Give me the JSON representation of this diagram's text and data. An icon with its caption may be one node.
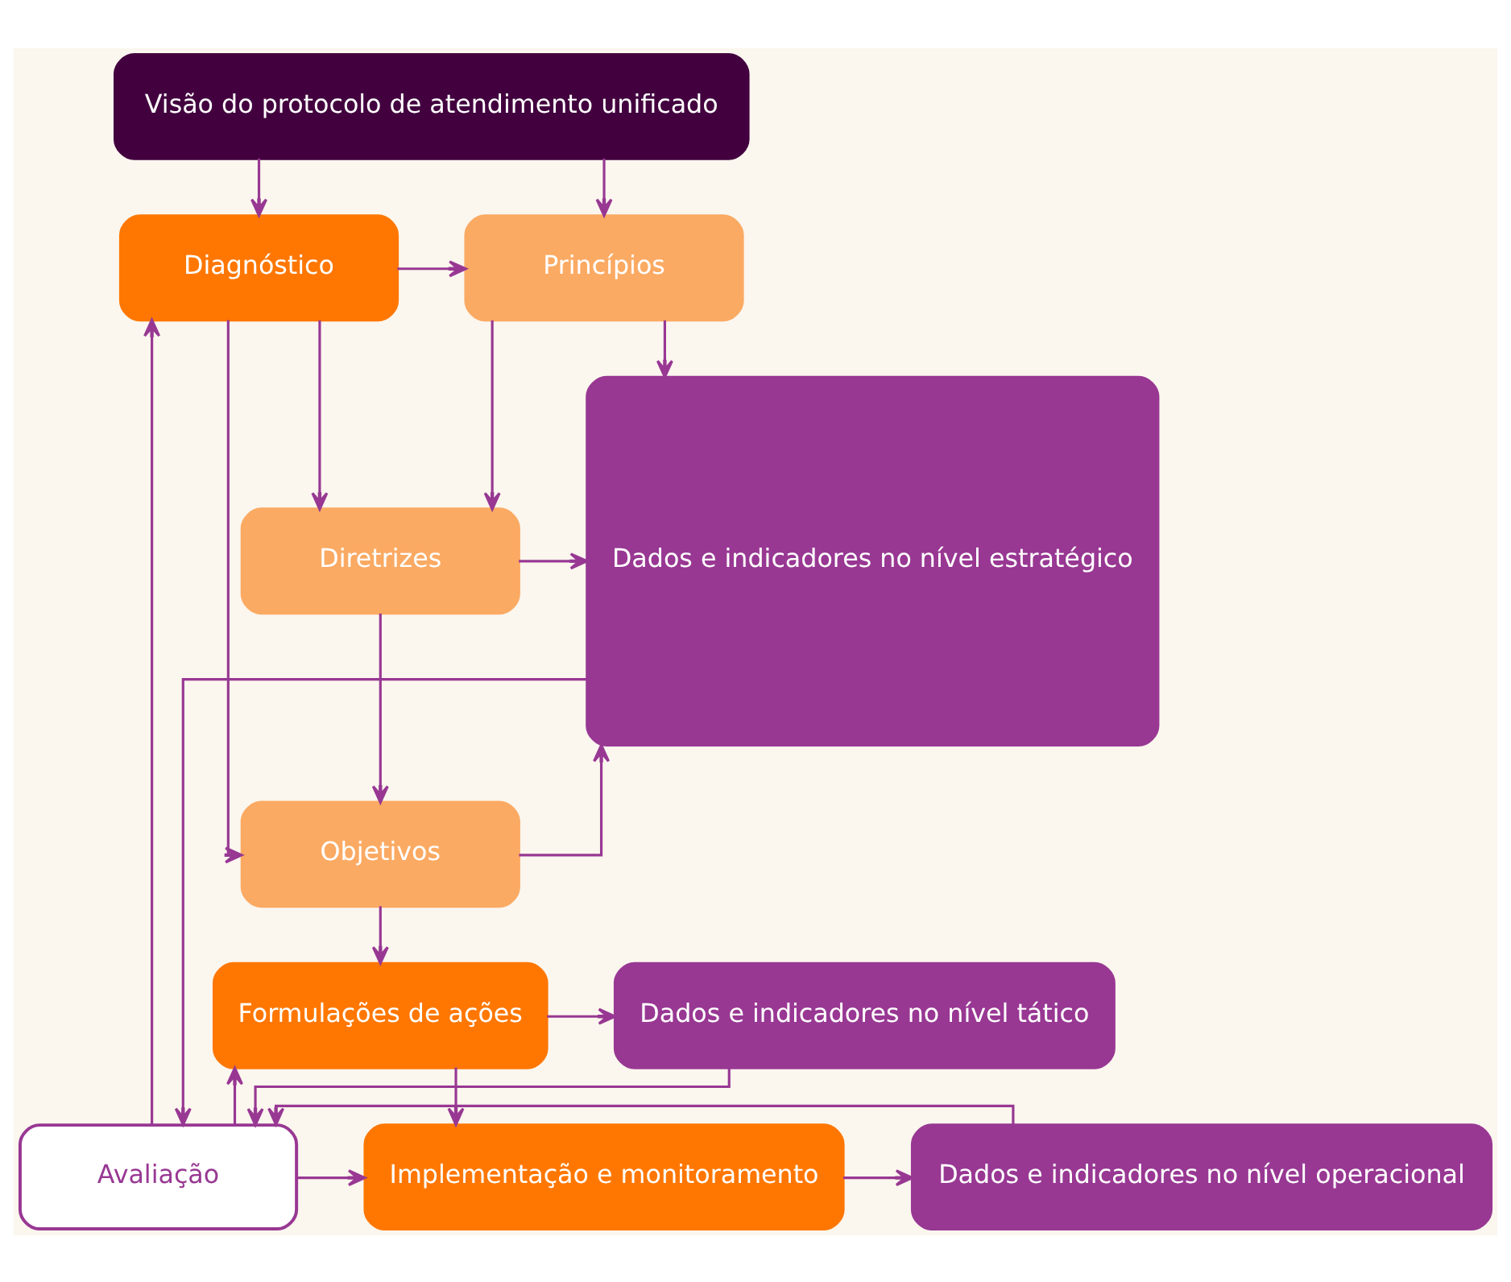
{
  "diagram": {
    "nodes": [
      {
        "text": [
          "Visão do protocolo de atendimento unificado"
        ]
      },
      {
        "text": [
          "Diagnóstico"
        ]
      },
      {
        "text": [
          "Princípios"
        ]
      },
      {
        "text": [
          "Diretrizes"
        ]
      },
      {
        "text": [
          "Objetivos"
        ]
      },
      {
        "text": [
          "Dados e indicadores no nível estratégico"
        ]
      },
      {
        "text": [
          "Formulações de ações"
        ]
      },
      {
        "text": [
          "Dados e indicadores no nível tático"
        ]
      },
      {
        "text": [
          "Avaliação"
        ]
      },
      {
        "text": [
          "Implementação e monitoramento"
        ]
      },
      {
        "text": [
          "Dados e indicadores no nível operacional"
        ]
      }
    ],
    "edges": [
      {
        "from": 0,
        "to": 1,
        "arrow": "to"
      },
      {
        "from": 0,
        "to": 2,
        "arrow": "to"
      },
      {
        "from": 1,
        "to": 2,
        "arrow": "to"
      },
      {
        "from": 1,
        "to": 3,
        "arrow": "to"
      },
      {
        "from": 1,
        "to": 4,
        "arrow": "to"
      },
      {
        "from": 2,
        "to": 3,
        "arrow": "to"
      },
      {
        "from": 3,
        "to": 4,
        "arrow": "to"
      },
      {
        "from": 2,
        "to": 5,
        "arrow": "to"
      },
      {
        "from": 3,
        "to": 5,
        "arrow": "to"
      },
      {
        "from": 4,
        "to": 5,
        "arrow": "to"
      },
      {
        "from": 4,
        "to": 6,
        "arrow": "to"
      },
      {
        "from": 8,
        "to": 1,
        "arrow": "to"
      },
      {
        "from": 8,
        "to": 6,
        "arrow": "to"
      },
      {
        "from": 6,
        "to": 7,
        "arrow": "to"
      },
      {
        "from": 6,
        "to": 9,
        "arrow": "to"
      },
      {
        "from": 8,
        "to": 9,
        "arrow": "to"
      },
      {
        "from": 9,
        "to": 10,
        "arrow": "to"
      },
      {
        "from": 5,
        "to": 8,
        "arrow": "to"
      },
      {
        "from": 7,
        "to": 8,
        "arrow": "to"
      },
      {
        "from": 10,
        "to": 8,
        "arrow": "to"
      }
    ]
  }
}
